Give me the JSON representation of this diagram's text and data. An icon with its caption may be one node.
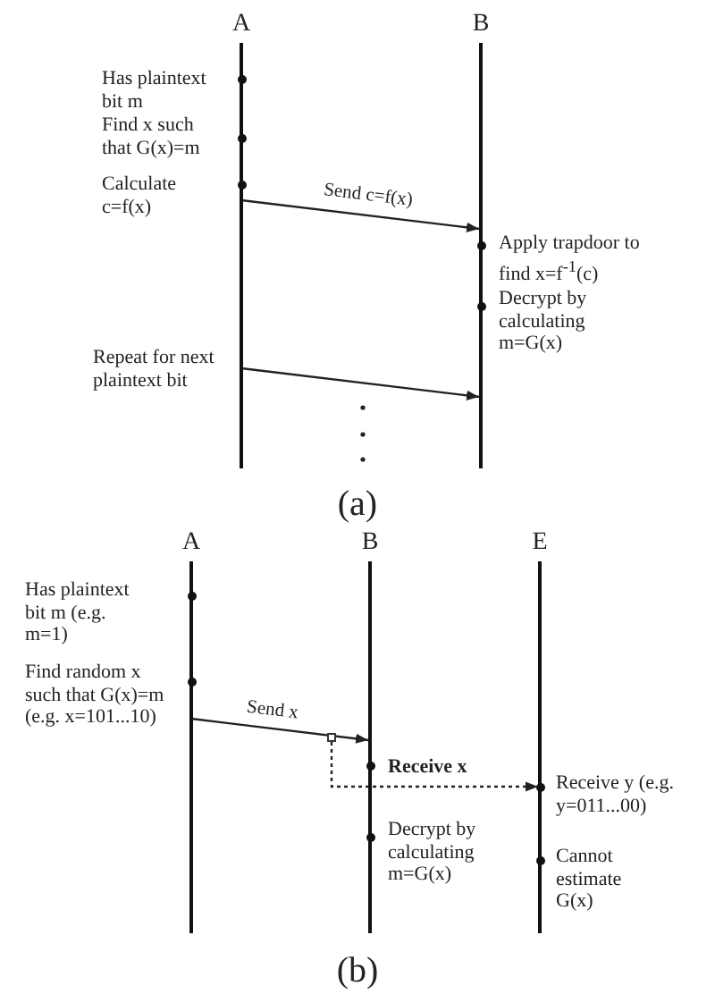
{
  "diagram": {
    "nodes": [
      {
        "text": [
          "A"
        ],
        "beside": [
          "Has plaintext bit m",
          "Find x such that G(x)=m",
          "Calculate c=f(x)",
          "Repeat for next plaintext bit"
        ]
      },
      {
        "text": [
          "B"
        ],
        "beside": [
          "Apply trapdoor to find x=f$^{-1}$(c)",
          "Decrypt by calculating m=G(x)"
        ]
      },
      {
        "text": [
          "A"
        ],
        "beside": [
          "Has plaintext bit m (e.g. m=1)",
          "Find random x such that G(x)=m (e.g. x=101...10)"
        ]
      },
      {
        "text": [
          "B"
        ],
        "beside": [
          "Receive x",
          "Decrypt by calculating m=G(x)"
        ]
      },
      {
        "text": [
          "E"
        ],
        "beside": [
          "Receive y (e.g. y=011...00)",
          "Cannot estimate G(x)"
        ]
      },
      {
        "text": [],
        "shape": "box"
      }
    ],
    "edges": [
      {
        "from": 0,
        "to": 1,
        "arrow": "to",
        "label": "Send c=f(x)"
      },
      {
        "from": 0,
        "to": 1,
        "arrow": "to"
      },
      {
        "from": 2,
        "to": 3,
        "arrow": "to",
        "label": "Send x"
      },
      {
        "from": 5,
        "to": 4,
        "arrow": "to",
        "style": "dashed"
      }
    ],
    "labels": [
      "(a)",
      "(b)"
    ]
  }
}
